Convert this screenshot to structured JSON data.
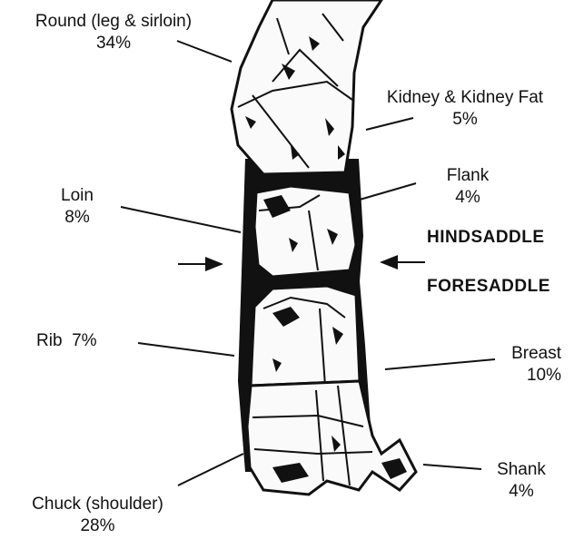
{
  "cuts": {
    "round": {
      "name": "Round (leg & sirloin)",
      "pct": "34%"
    },
    "kidney": {
      "name": "Kidney & Kidney Fat",
      "pct": "5%"
    },
    "flank": {
      "name": "Flank",
      "pct": "4%"
    },
    "loin": {
      "name": "Loin",
      "pct": "8%"
    },
    "rib": {
      "name": "Rib",
      "pct": "7%"
    },
    "breast": {
      "name": "Breast",
      "pct": "10%"
    },
    "shank": {
      "name": "Shank",
      "pct": "4%"
    },
    "chuck": {
      "name": "Chuck (shoulder)",
      "pct": "28%"
    }
  },
  "divisions": {
    "hind": "HINDSADDLE",
    "fore": "FORESADDLE"
  }
}
